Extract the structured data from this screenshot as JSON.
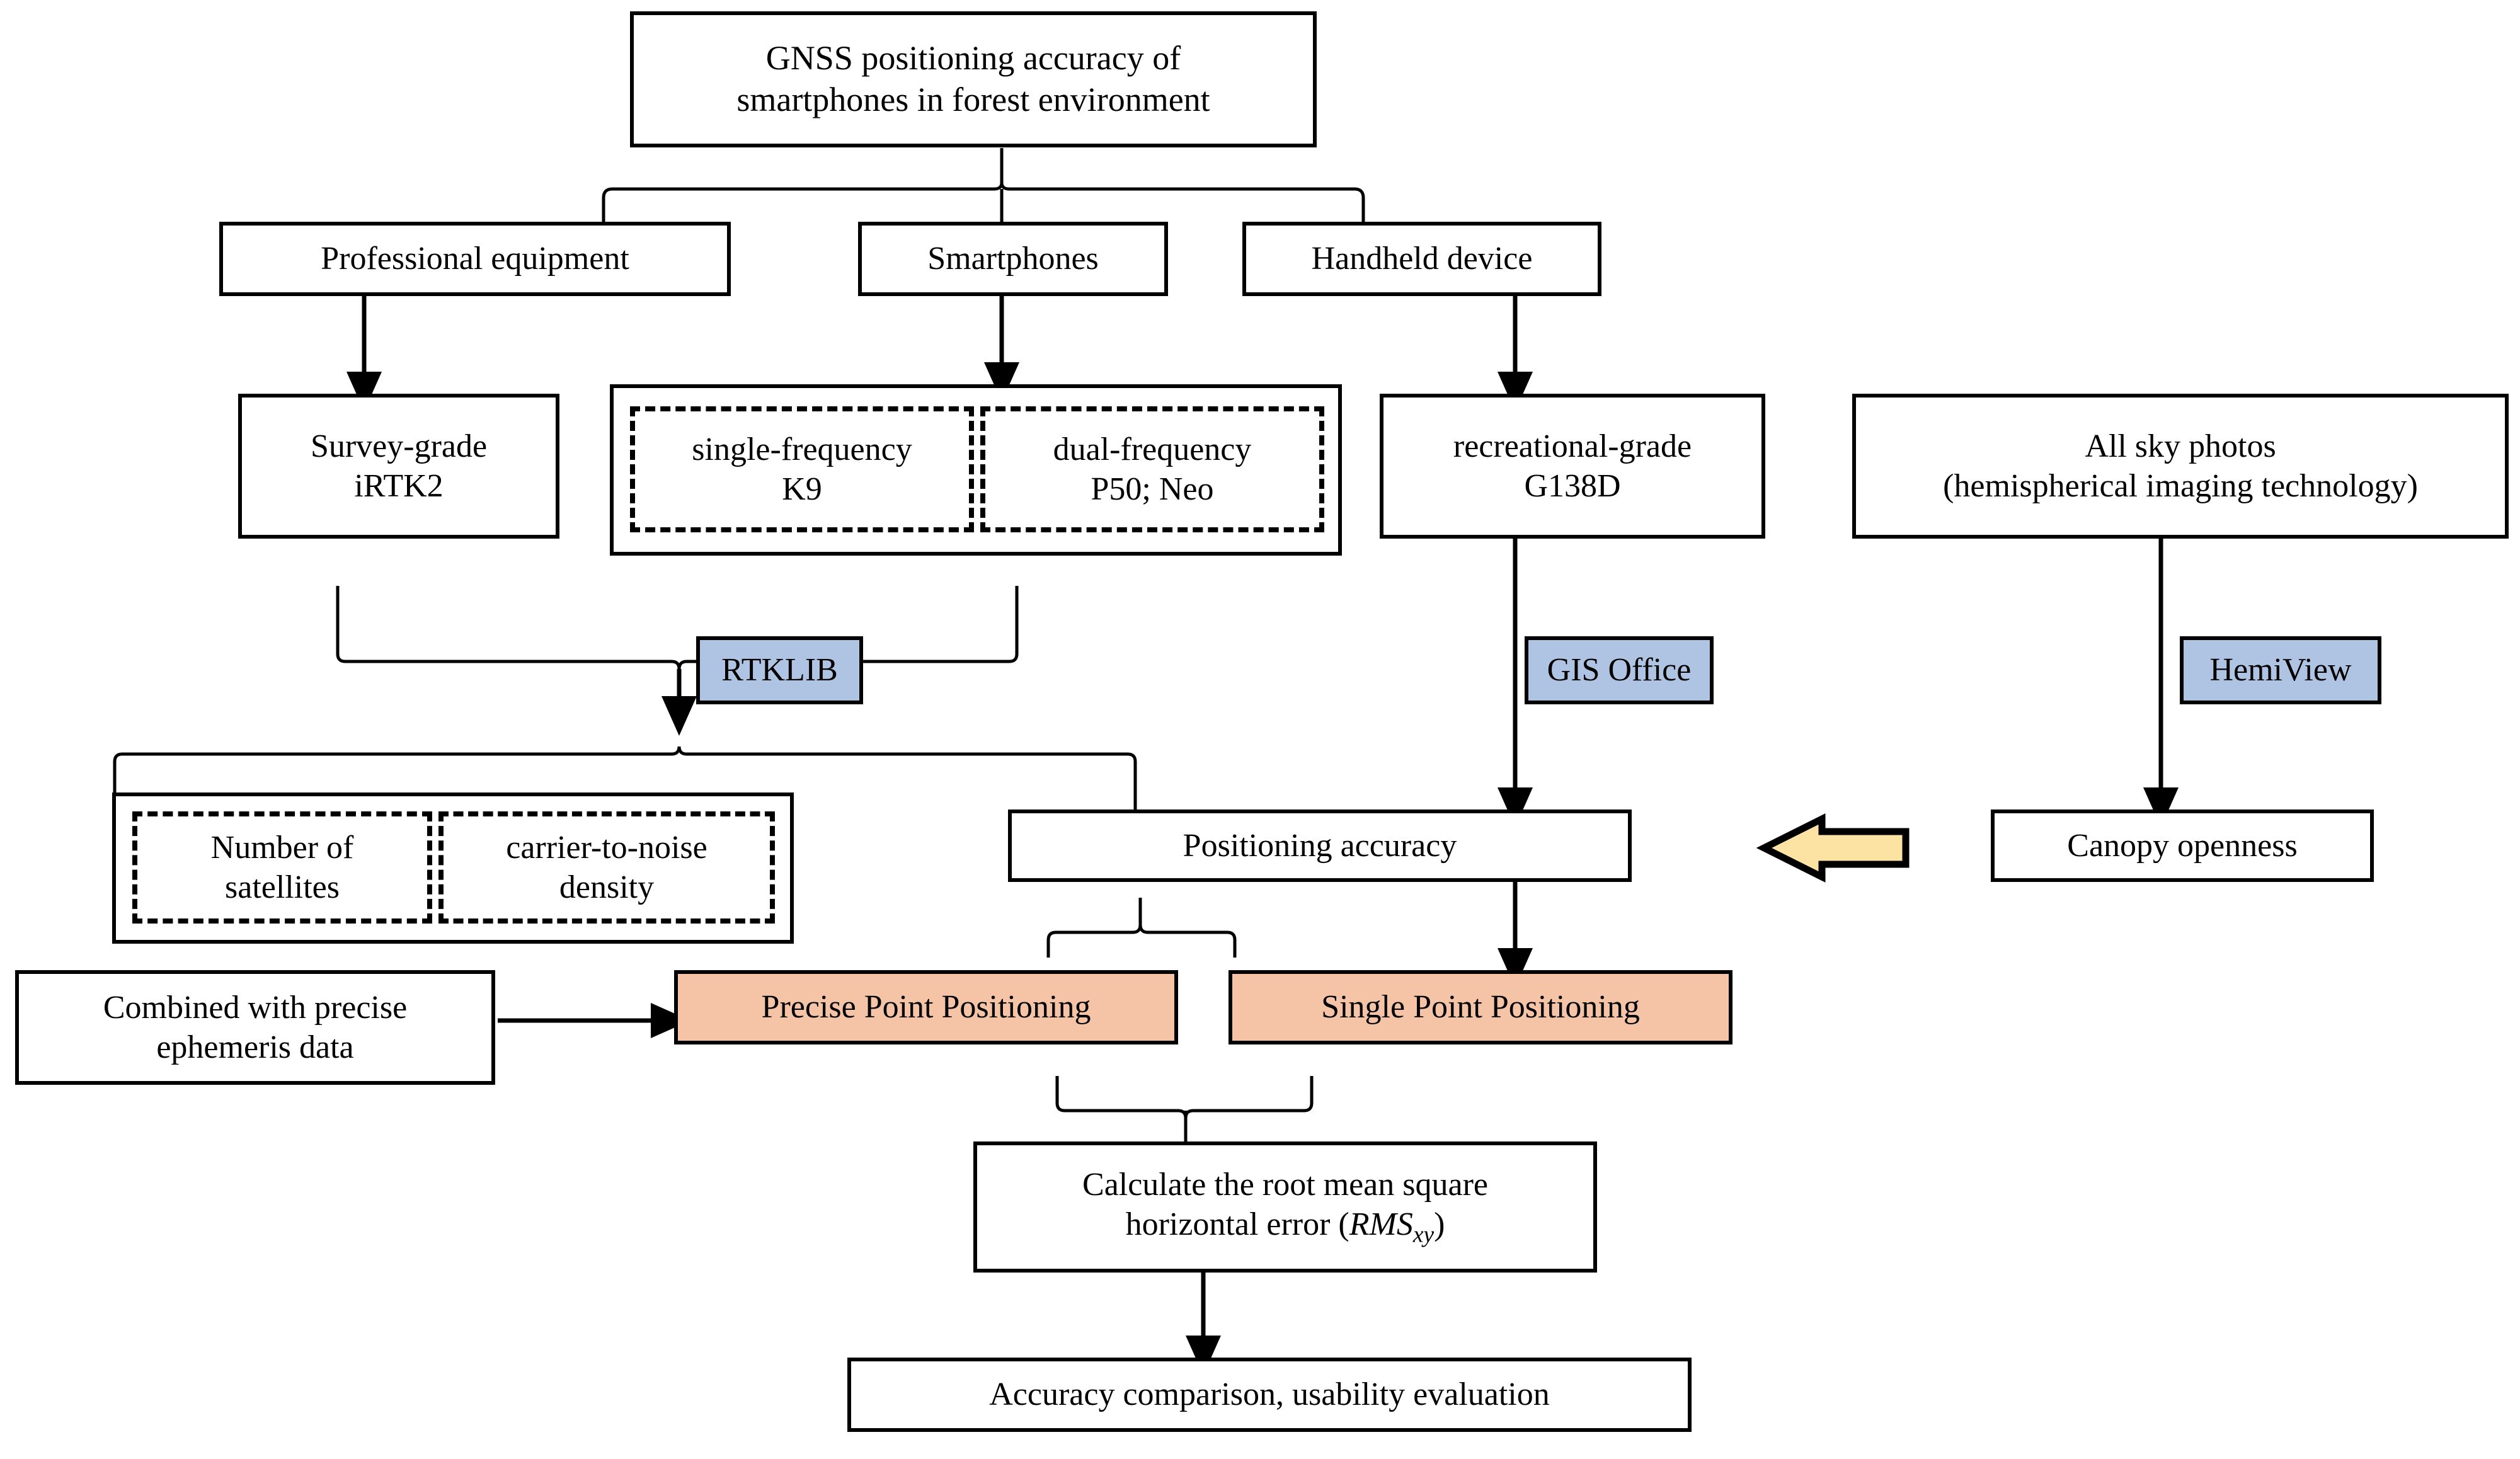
{
  "diagram": {
    "title": "GNSS positioning accuracy of smartphones in forest environment",
    "type": "flowchart",
    "root": {
      "label_line1": "GNSS positioning accuracy of",
      "label_line2": "smartphones in forest environment"
    },
    "categories": [
      {
        "id": "professional-equipment",
        "label": "Professional equipment"
      },
      {
        "id": "smartphones",
        "label": "Smartphones"
      },
      {
        "id": "handheld-device",
        "label": "Handheld device"
      }
    ],
    "devices": {
      "survey_grade": {
        "line1": "Survey-grade",
        "line2": "iRTK2"
      },
      "single_frequency": {
        "line1": "single-frequency",
        "line2": "K9"
      },
      "dual_frequency": {
        "line1": "dual-frequency",
        "line2": "P50; Neo"
      },
      "recreational_grade": {
        "line1": "recreational-grade",
        "line2": "G138D"
      },
      "all_sky_photos": {
        "line1": "All sky photos",
        "line2": "(hemispherical imaging technology)"
      }
    },
    "software": [
      {
        "id": "rtklib",
        "label": "RTKLIB",
        "color": "#afc3e3"
      },
      {
        "id": "gis-office",
        "label": "GIS Office",
        "color": "#afc3e3"
      },
      {
        "id": "hemiview",
        "label": "HemiView",
        "color": "#afc3e3"
      }
    ],
    "metrics": {
      "number_of_satellites": {
        "line1": "Number of",
        "line2": "satellites"
      },
      "carrier_to_noise": {
        "line1": "carrier-to-noise",
        "line2": "density"
      },
      "positioning_accuracy": "Positioning accuracy",
      "canopy_openness": "Canopy openness"
    },
    "ephemeris": {
      "line1": "Combined with precise",
      "line2": "ephemeris data"
    },
    "positioning_modes": [
      {
        "id": "precise-point-positioning",
        "label": "Precise Point Positioning",
        "color": "#f5c3a5"
      },
      {
        "id": "single-point-positioning",
        "label": "Single Point Positioning",
        "color": "#f5c3a5"
      }
    ],
    "rms": {
      "line1": "Calculate the root mean square",
      "line2_prefix": "horizontal error (",
      "line2_symbol": "RMS",
      "line2_subscript": "xy",
      "line2_suffix": ")"
    },
    "conclusion": "Accuracy comparison, usability evaluation",
    "palette": {
      "stroke": "#000000",
      "background": "#ffffff",
      "software_fill": "#afc3e3",
      "mode_fill": "#f5c3a5",
      "highlight_arrow_fill": "#fce3a3"
    }
  }
}
